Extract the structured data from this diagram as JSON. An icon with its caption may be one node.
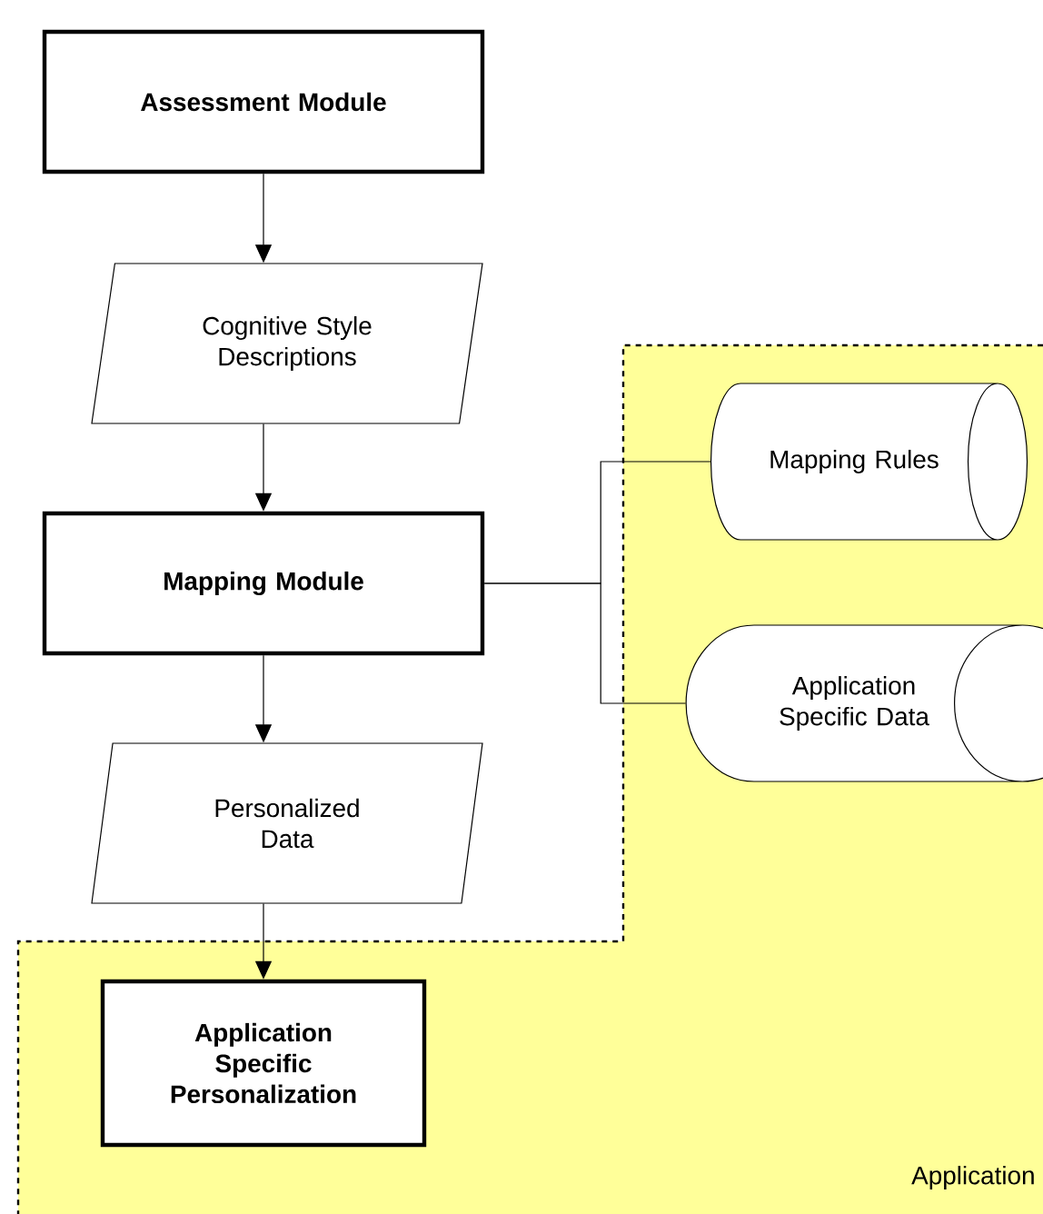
{
  "diagram": {
    "nodes": [
      {
        "text": [
          "Assessment Module"
        ]
      },
      {
        "text": [
          "Cognitive Style Descriptions"
        ]
      },
      {
        "text": [
          "Mapping Module"
        ]
      },
      {
        "text": [
          "Application"
        ]
      },
      {
        "text": [
          "Mapping Rules"
        ],
        "in": 3
      },
      {
        "text": [
          "Application Specific Data"
        ],
        "in": 3
      },
      {
        "text": [
          "Personalized Data"
        ]
      },
      {
        "text": [
          "Application Specific Personalization"
        ],
        "in": 3
      }
    ],
    "edges": [
      {
        "from": 0,
        "to": 1,
        "arrow": "to"
      },
      {
        "from": 1,
        "to": 2,
        "arrow": "to"
      },
      {
        "from": 2,
        "to": 4,
        "arrow": "none"
      },
      {
        "from": 2,
        "to": 5,
        "arrow": "none"
      },
      {
        "from": 2,
        "to": 6,
        "arrow": "to"
      },
      {
        "from": 6,
        "to": 7,
        "arrow": "to"
      }
    ]
  }
}
